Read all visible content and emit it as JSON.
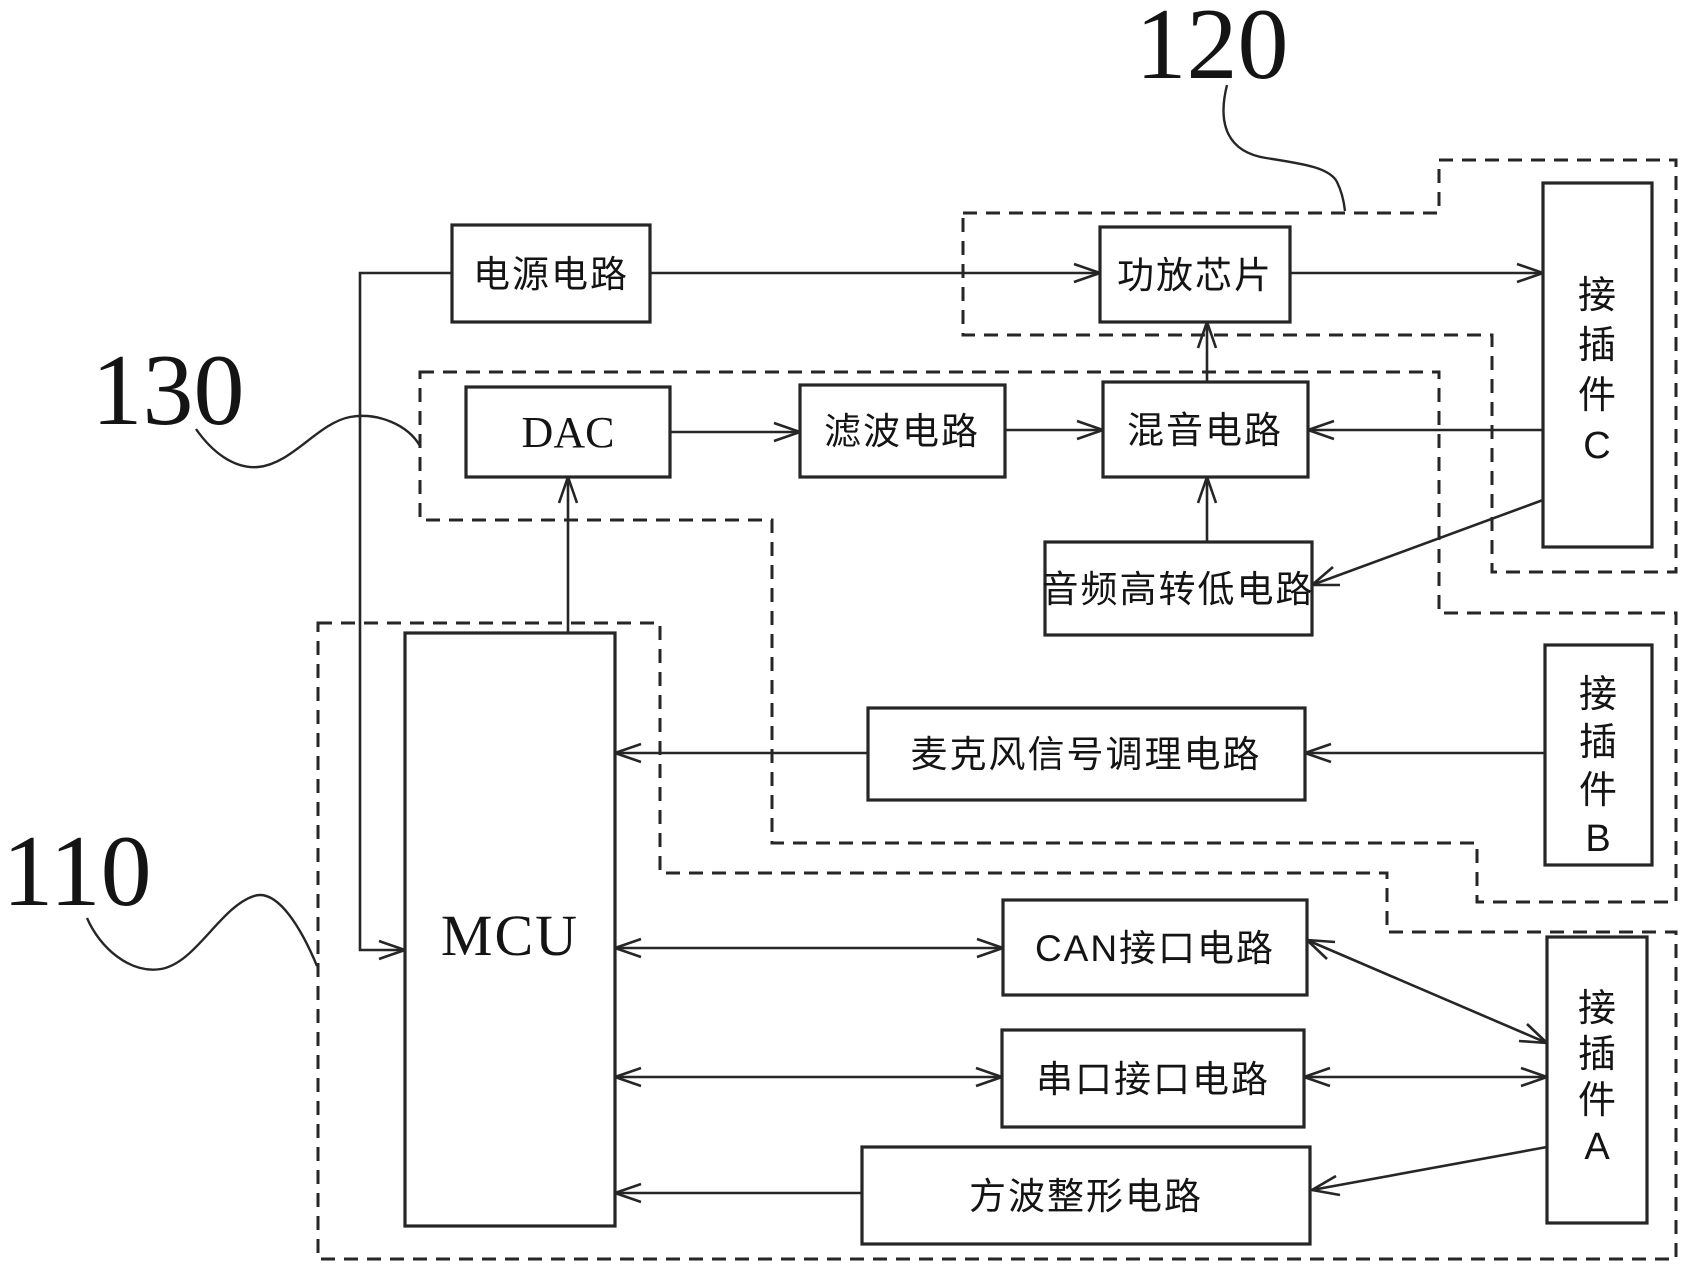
{
  "figure": {
    "background": "#ffffff",
    "line_color": "#262626",
    "labels": {
      "g110": "110",
      "g120": "120",
      "g130": "130"
    },
    "blocks": {
      "power": "电源电路",
      "amp": "功放芯片",
      "dac": "DAC",
      "filter": "滤波电路",
      "mixer": "混音电路",
      "audio_conv": "音频高转低电路",
      "mic": "麦克风信号调理电路",
      "mcu": "MCU",
      "can": "CAN接口电路",
      "serial": "串口接口电路",
      "square": "方波整形电路",
      "conn_c": {
        "chars": [
          "接",
          "插",
          "件",
          "C"
        ]
      },
      "conn_b": {
        "chars": [
          "接",
          "插",
          "件",
          "B"
        ]
      },
      "conn_a": {
        "chars": [
          "接",
          "插",
          "件",
          "A"
        ]
      }
    }
  }
}
